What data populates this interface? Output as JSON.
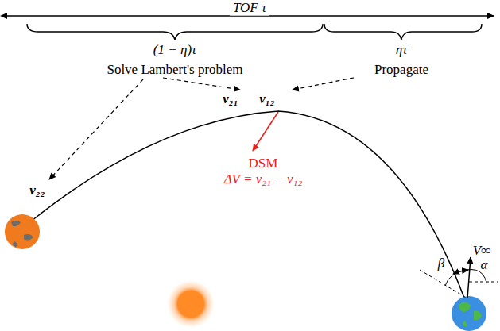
{
  "diagram": {
    "labels": [
      "TOF τ",
      "(1 − η)τ",
      "ητ",
      "Solve Lambert's problem",
      "Propagate",
      "v₂₁",
      "v₁₂",
      "v₂₂",
      "DSM",
      "ΔV = v₂₁ − v₁₂",
      "V∞",
      "β",
      "α"
    ]
  }
}
